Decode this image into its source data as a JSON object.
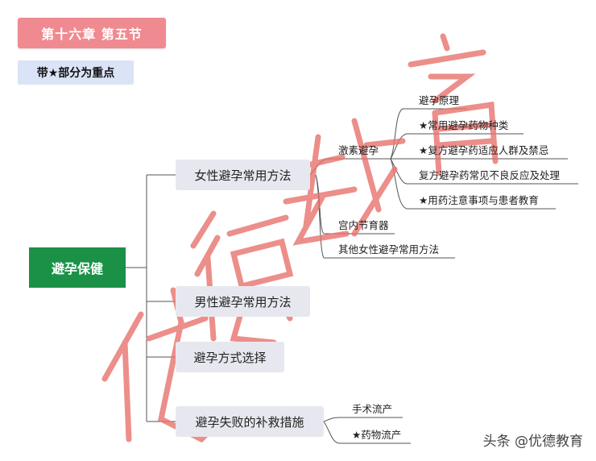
{
  "header": {
    "chapter_label": "第十六章  第五节",
    "keynote_label": "带★部分为重点"
  },
  "mindmap": {
    "root": "避孕保健",
    "branches": [
      {
        "label": "女性避孕常用方法",
        "children": [
          {
            "label": "激素避孕",
            "children": [
              "避孕原理",
              "★常用避孕药物种类",
              "★复方避孕药适应人群及禁忌",
              "复方避孕药常见不良反应及处理",
              "★用药注意事项与患者教育"
            ]
          },
          {
            "label": "宫内节育器"
          },
          {
            "label": "其他女性避孕常用方法"
          }
        ]
      },
      {
        "label": "男性避孕常用方法"
      },
      {
        "label": "避孕方式选择"
      },
      {
        "label": "避孕失败的补救措施",
        "children": [
          "手术流产",
          "★药物流产"
        ]
      }
    ]
  },
  "watermark": {
    "text": "优德教育",
    "color": "#e8736e"
  },
  "footer": {
    "credit": "头条 @优德教育"
  },
  "colors": {
    "chapter_bg": "#f08a91",
    "keynote_bg": "#dbe3f7",
    "root_bg": "#1a9147",
    "branch_bg": "#e7e8ef",
    "line": "#555555"
  }
}
